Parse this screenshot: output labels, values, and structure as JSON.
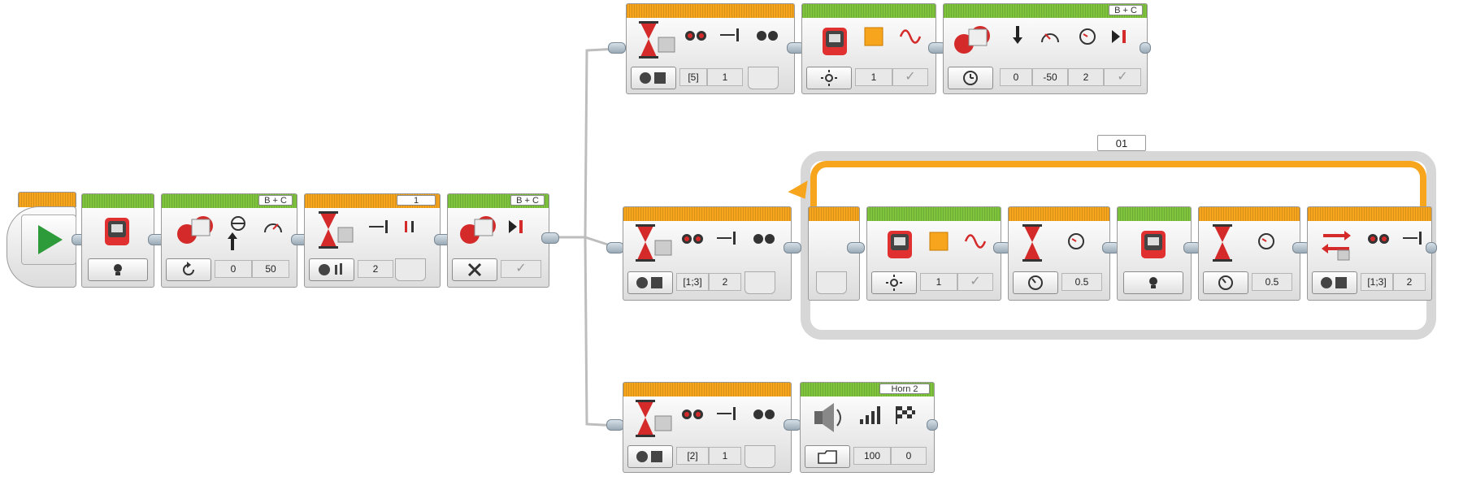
{
  "colors": {
    "action": "#7fc43d",
    "flow": "#f7a51d",
    "wire": "#bdbdbd",
    "loop_border": "#f7a51d"
  },
  "start": {
    "icon": "play-icon"
  },
  "main_line": {
    "brick_light": {
      "icon": "brick-status-light-icon",
      "mode_icon": "bulb-icon"
    },
    "steering": {
      "ports": "B + C",
      "mode_icon": "rotate-icon",
      "steering": "0",
      "power": "50"
    },
    "wait_touch": {
      "port": "1",
      "mode_icon": "touch-compare-icon",
      "state": "2"
    },
    "steering_off": {
      "ports": "B + C",
      "mode_icon": "off-x-icon"
    }
  },
  "top_branch": {
    "wait": {
      "ports": "[5]",
      "value": "1"
    },
    "light": {
      "value": "1"
    },
    "tank": {
      "ports": "B + C",
      "values": [
        "0",
        "-50",
        "2"
      ]
    }
  },
  "middle_branch": {
    "wait": {
      "ports": "[1;3]",
      "value": "2"
    },
    "loop": {
      "name": "01"
    },
    "light": {
      "value": "1"
    },
    "wait1": {
      "value": "0.5"
    },
    "wait2": {
      "value": "0.5"
    },
    "switch": {
      "ports": "[1;3]",
      "value": "2"
    }
  },
  "bottom_branch": {
    "wait": {
      "ports": "[2]",
      "value": "1"
    },
    "sound": {
      "file": "Horn 2",
      "volume": "100",
      "play_type": "0"
    }
  }
}
